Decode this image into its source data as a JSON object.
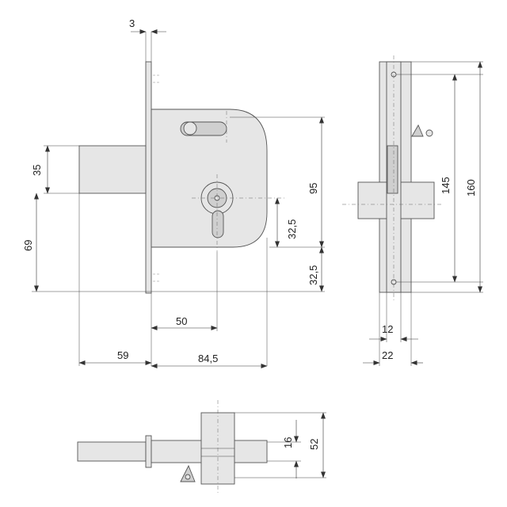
{
  "dimensions": {
    "faceplate_thickness": "3",
    "bolt_height": "35",
    "bolt_offset_bottom": "69",
    "case_height": "95",
    "keyhole_offset": "32,5",
    "bottom_offset": "32,5",
    "backset": "50",
    "bolt_throw": "59",
    "case_depth": "84,5",
    "screw_spacing": "145",
    "faceplate_length": "160",
    "case_width": "12",
    "faceplate_width": "22",
    "bolt_thickness": "16",
    "bolt_length": "52"
  }
}
